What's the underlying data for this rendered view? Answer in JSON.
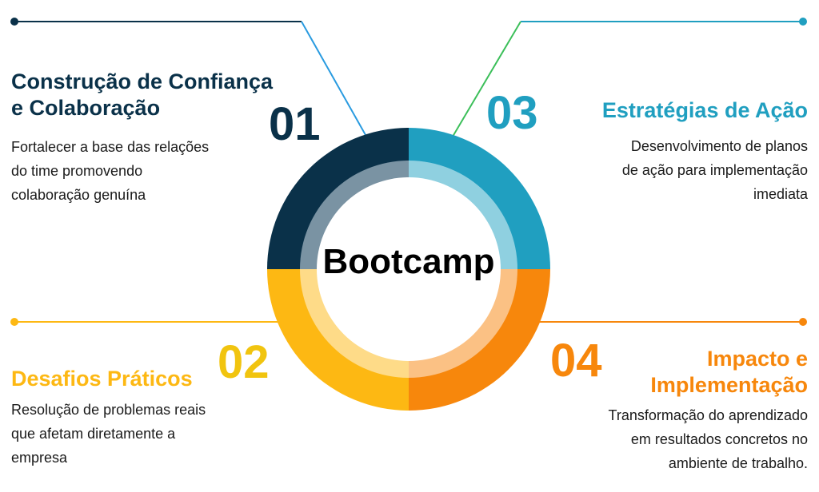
{
  "center_label": "Bootcamp",
  "colors": {
    "navy": "#0a3149",
    "teal": "#209fc0",
    "yellow": "#fdb813",
    "orange": "#f7870c",
    "num02": "#f1c40f"
  },
  "sections": [
    {
      "number": "01",
      "title_lines": [
        "Construção de Confiança",
        "e Colaboração"
      ],
      "description_lines": [
        "Fortalecer a base das relações",
        "do time promovendo",
        "colaboração genuína"
      ]
    },
    {
      "number": "02",
      "title_lines": [
        "Desafios Práticos"
      ],
      "description_lines": [
        "Resolução de problemas reais",
        "que afetam diretamente a",
        "empresa"
      ]
    },
    {
      "number": "03",
      "title_lines": [
        "Estratégias de Ação"
      ],
      "description_lines": [
        "Desenvolvimento de planos",
        "de ação para implementação",
        "imediata"
      ]
    },
    {
      "number": "04",
      "title_lines": [
        "Impacto e",
        "Implementação"
      ],
      "description_lines": [
        "Transformação do aprendizado",
        "em resultados concretos no",
        "ambiente de trabalho."
      ]
    }
  ]
}
